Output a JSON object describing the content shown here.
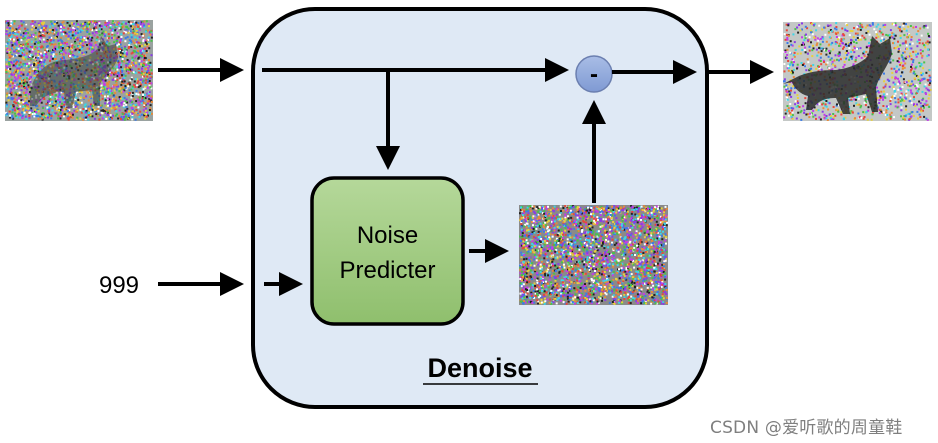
{
  "input_step_label": "999",
  "denoise_block": {
    "title": "Denoise",
    "predictor_label_line1": "Noise",
    "predictor_label_line2": "Predicter",
    "subtract_symbol": "-"
  },
  "watermark": "CSDN @爱听歌的周童鞋",
  "colors": {
    "block_fill": "#dfe9f5",
    "block_border": "#000000",
    "predictor_fill_top": "#a9d08e",
    "predictor_fill_bottom": "#8dbd6c",
    "subtract_fill": "#8ea9db",
    "arrow": "#000000"
  },
  "icons": {
    "noisy_input": "noisy-cat-image",
    "predicted_noise": "noise-image",
    "denoised_output": "less-noisy-cat-image"
  }
}
